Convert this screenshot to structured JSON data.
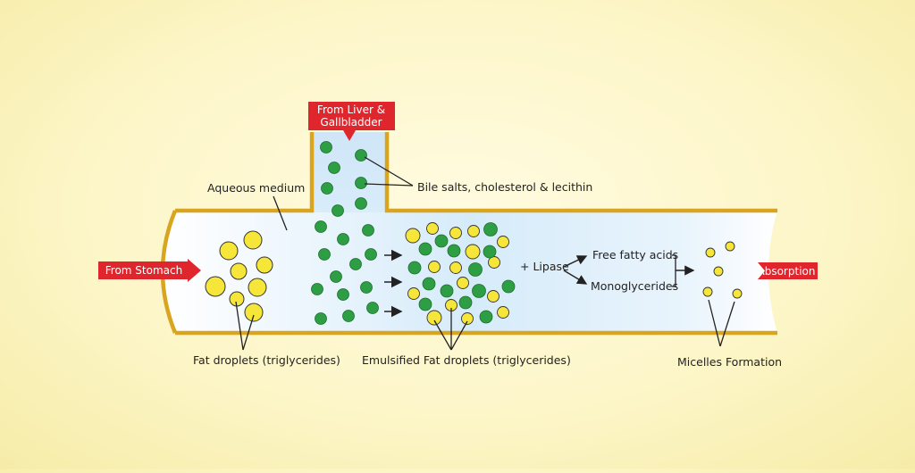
{
  "labels": {
    "from_liver_line1": "From Liver &",
    "from_liver_line2": "Gallbladder",
    "from_stomach": "From Stomach",
    "absorption": "Absorption",
    "aqueous_medium": "Aqueous medium",
    "bile_salts": "Bile salts, cholesterol & lecithin",
    "lipase": "+ Lipase",
    "free_fatty_acids": "Free fatty acids",
    "monoglycerides": "Monoglycerides",
    "fat_droplets": "Fat droplets (triglycerides)",
    "emulsified": "Emulsified Fat droplets (triglycerides)",
    "micelles": "Micelles Formation"
  },
  "colors": {
    "tube_wall": "#d9a520",
    "tube_fill": "#d8ecfa",
    "arrow_red": "#e0262d",
    "bile_green": "#2e9e44",
    "fat_yellow": "#f7e63a",
    "outline": "#333333"
  },
  "icons": {
    "bile_particle": "green-circle",
    "fat_droplet": "yellow-circle",
    "flow_arrow": "right-arrow"
  }
}
